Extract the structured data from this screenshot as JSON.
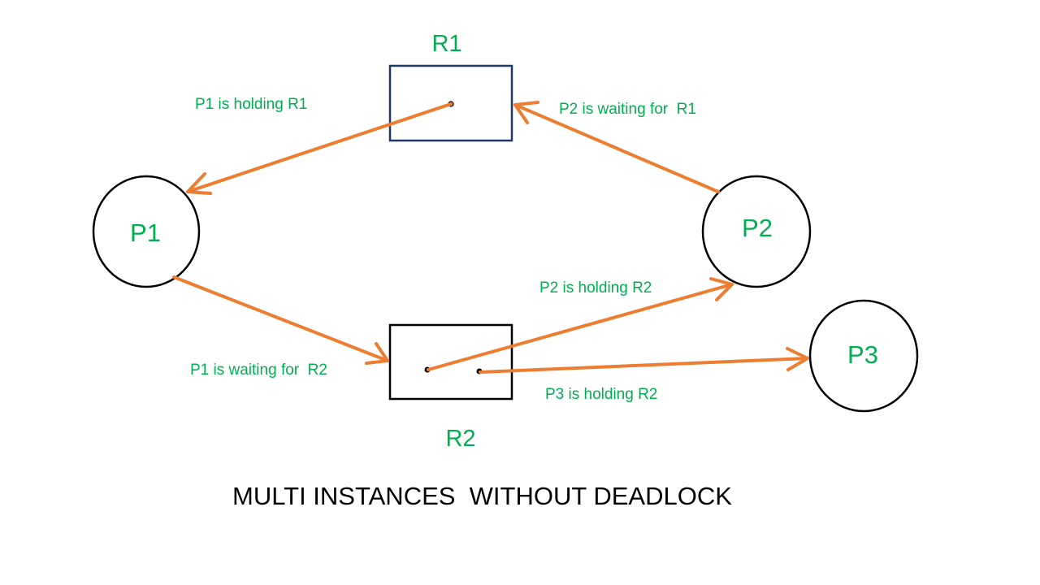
{
  "processes": {
    "p1": "P1",
    "p2": "P2",
    "p3": "P3"
  },
  "resources": {
    "r1": "R1",
    "r2": "R2"
  },
  "edges": {
    "p1_holding_r1": "P1 is holding R1",
    "p2_waiting_r1": "P2 is waiting for  R1",
    "p1_waiting_r2": "P1 is waiting for  R2",
    "p2_holding_r2": "P2 is holding R2",
    "p3_holding_r2": "P3 is holding R2"
  },
  "caption": "MULTI INSTANCES  WITHOUT DEADLOCK",
  "colors": {
    "edge": "#ed7d31",
    "label": "#00b050",
    "r1_border": "#1f3864"
  }
}
